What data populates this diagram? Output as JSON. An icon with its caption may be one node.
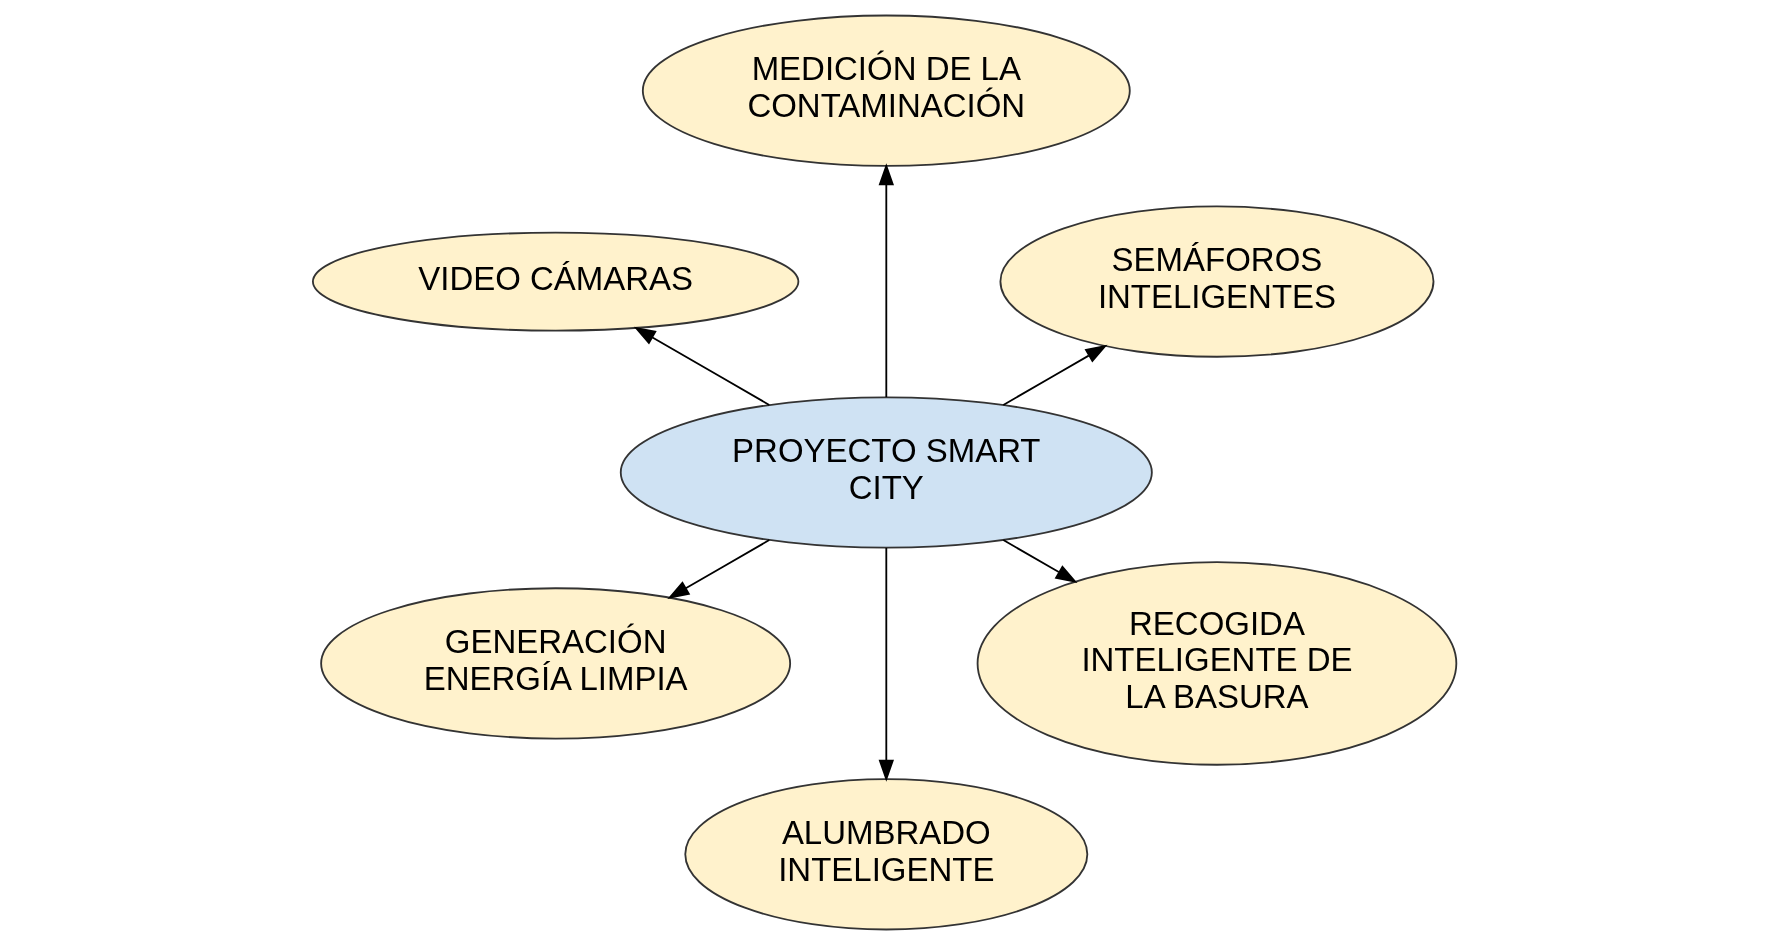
{
  "diagram": {
    "nodes": [
      {
        "text": [
          "SEMÁFOROS INTELIGENTES"
        ]
      },
      {
        "text": [
          "MEDICIÓN DE LA CONTAMINACIÓN"
        ]
      },
      {
        "text": [
          "VIDEO CÁMARAS"
        ]
      },
      {
        "text": [
          "PROYECTO SMART CITY"
        ]
      },
      {
        "text": [
          "GENERACIÓN ENERGÍA LIMPIA"
        ]
      },
      {
        "text": [
          "ALUMBRADO INTELIGENTE"
        ]
      },
      {
        "text": [
          "RECOGIDA INTELIGENTE DE LA BASURA"
        ]
      }
    ],
    "edges": [
      {
        "from": 3,
        "to": 0,
        "arrow": "to"
      },
      {
        "from": 3,
        "to": 1,
        "arrow": "to"
      },
      {
        "from": 3,
        "to": 2,
        "arrow": "to"
      },
      {
        "from": 3,
        "to": 4,
        "arrow": "to"
      },
      {
        "from": 3,
        "to": 6,
        "arrow": "to"
      },
      {
        "from": 3,
        "to": 5,
        "arrow": "to"
      }
    ]
  }
}
